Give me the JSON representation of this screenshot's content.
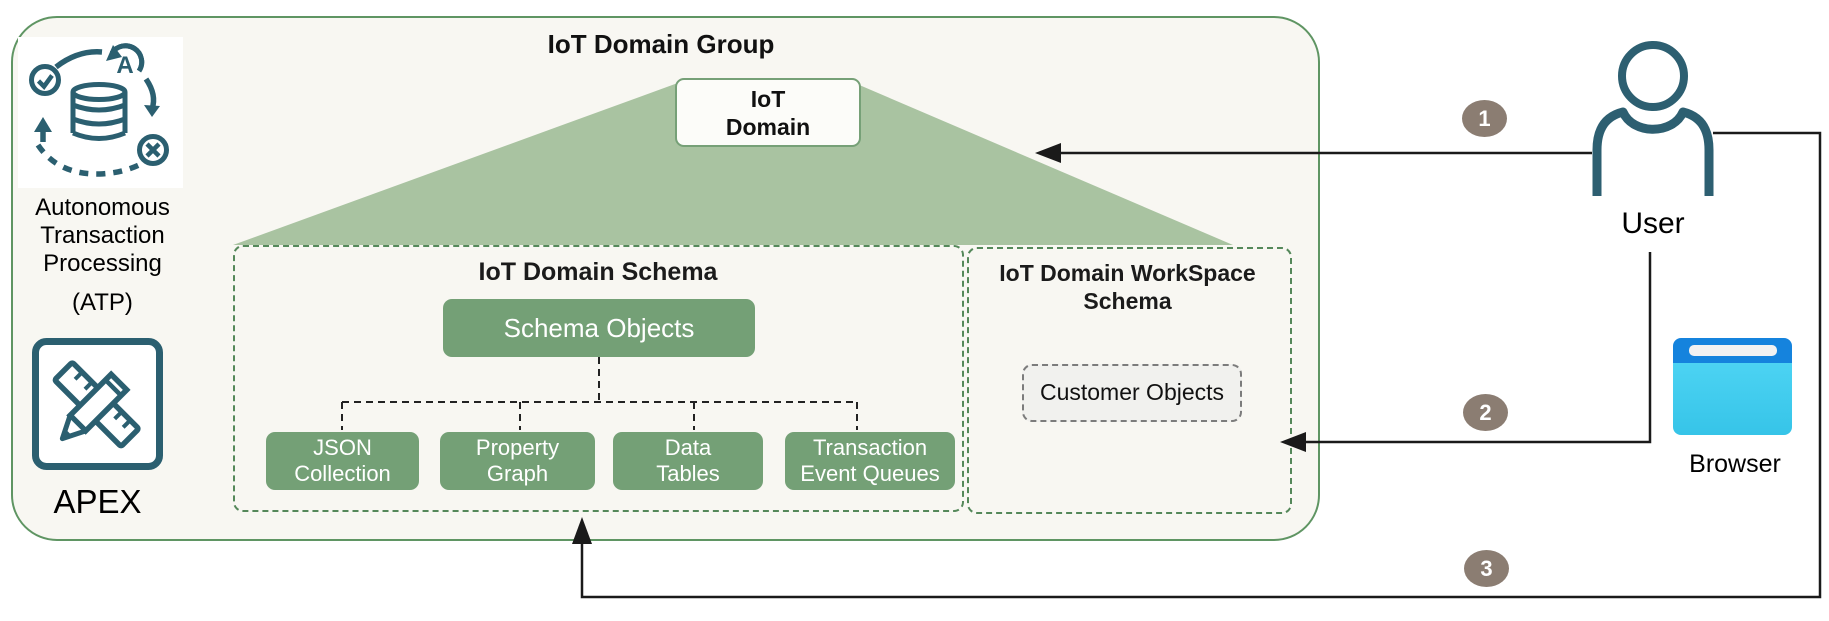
{
  "sidebar": {
    "atp": {
      "icon": "autonomous-database-icon",
      "label_lines": [
        "Autonomous",
        "Transaction",
        "Processing"
      ],
      "abbreviation": "(ATP)"
    },
    "apex": {
      "icon": "pencil-ruler-icon",
      "label": "APEX"
    }
  },
  "group": {
    "title": "IoT Domain Group",
    "domain_box": {
      "line1": "IoT",
      "line2": "Domain"
    },
    "schema": {
      "title": "IoT Domain Schema",
      "parent": "Schema Objects",
      "children": [
        {
          "line1": "JSON",
          "line2": "Collection"
        },
        {
          "line1": "Property",
          "line2": "Graph"
        },
        {
          "line1": "Data",
          "line2": "Tables"
        },
        {
          "line1": "Transaction",
          "line2": "Event Queues"
        }
      ]
    },
    "workspace": {
      "title_line1": "IoT Domain WorkSpace",
      "title_line2": "Schema",
      "customer_box": "Customer Objects"
    }
  },
  "actors": {
    "user": "User",
    "browser": "Browser"
  },
  "flow_badges": [
    "1",
    "2",
    "3"
  ],
  "colors": {
    "container_fill": "#f8f7f2",
    "container_border": "#5f9563",
    "triangle": "#a9c3a1",
    "green_box": "#74a076",
    "dashed_green": "#55885a",
    "teal_icon": "#2b5f70",
    "badge": "#8b7d72",
    "browser_top": "#1583dd",
    "browser_body": "#3bc9ef",
    "arrow": "#1a1a1a"
  }
}
